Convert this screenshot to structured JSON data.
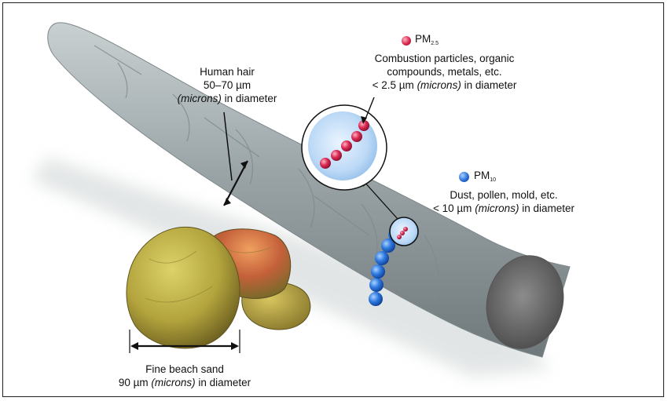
{
  "hair": {
    "line1": "Human hair",
    "line2": "50–70 µm",
    "line3_em": "(microns)",
    "line3_rest": " in diameter"
  },
  "pm25": {
    "name": "PM",
    "sub": "2.5",
    "line1": "Combustion particles, organic",
    "line2": "compounds, metals, etc.",
    "line3_pre": "< 2.5 µm ",
    "line3_em": "(microns)",
    "line3_rest": " in diameter",
    "color": "#d8254a"
  },
  "pm10": {
    "name": "PM",
    "sub": "10",
    "line1": "Dust, pollen, mold, etc.",
    "line2_pre": "< 10 µm ",
    "line2_em": "(microns)",
    "line2_rest": " in diameter",
    "color": "#2a6fd6"
  },
  "sand": {
    "line1": "Fine beach sand",
    "line2_pre": "90 µm ",
    "line2_em": "(microns)",
    "line2_rest": " in diameter"
  }
}
